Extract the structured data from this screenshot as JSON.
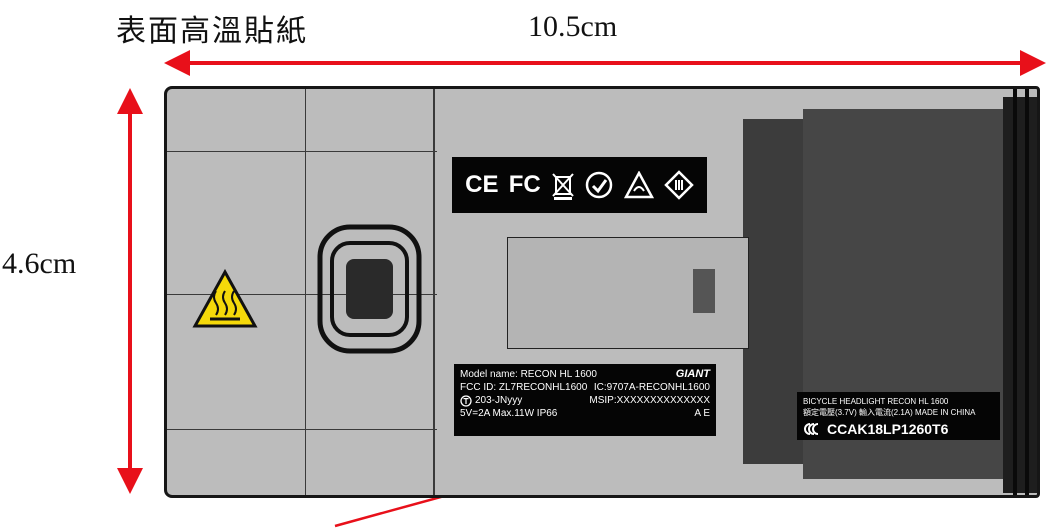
{
  "title": "表面高溫貼紙",
  "dimensions": {
    "width": "10.5cm",
    "height": "4.6cm"
  },
  "cert_sticker": {
    "marks": [
      "CE",
      "FC"
    ]
  },
  "model_sticker": {
    "model_name": "Model name: RECON HL 1600",
    "brand": "GIANT",
    "fcc_id": "FCC ID: ZL7RECONHL1600",
    "ic": "IC:9707A-RECONHL1600",
    "jp_cert": "203-JNyyy",
    "msip": "MSIP:XXXXXXXXXXXXXX",
    "rating": "5V=2A   Max.11W   IP66",
    "ae": "A E"
  },
  "headlight_sticker": {
    "line1": "BICYCLE HEADLIGHT   RECON HL 1600",
    "line2": "額定電壓(3.7V) 輸入電流(2.1A) MADE IN CHINA",
    "code": "CCAK18LP1260T6"
  },
  "colors": {
    "arrow": "#e8101a",
    "device_body": "#bcbcbc",
    "sticker": "#050505",
    "warning_fill": "#f5d90a"
  },
  "icons": [
    "hot-surface-warning-icon",
    "ce-mark-icon",
    "fcc-mark-icon",
    "weee-bin-icon",
    "rcm-mark-icon",
    "ccc-mark-icon"
  ]
}
